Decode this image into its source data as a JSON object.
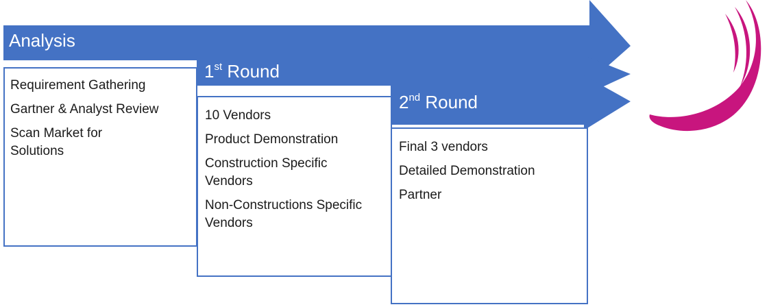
{
  "stages": [
    {
      "title": "Analysis",
      "title_suffix": "",
      "title_rest": "",
      "items": [
        "Requirement Gathering",
        "Gartner & Analyst Review",
        "Scan Market for Solutions"
      ]
    },
    {
      "title": "1",
      "title_suffix": "st",
      "title_rest": " Round",
      "items": [
        "10 Vendors",
        "Product Demonstration",
        "Construction Specific Vendors",
        "Non-Constructions Specific Vendors"
      ]
    },
    {
      "title": "2",
      "title_suffix": "nd",
      "title_rest": " Round",
      "items": [
        "Final 3 vendors",
        "Detailed Demonstration",
        "Partner"
      ]
    }
  ],
  "colors": {
    "arrow": "#4472c4",
    "box_border": "#4472c4",
    "logo": "#c8157e",
    "title_text": "#ffffff"
  },
  "logo_icon": "crescent-swoosh-icon"
}
